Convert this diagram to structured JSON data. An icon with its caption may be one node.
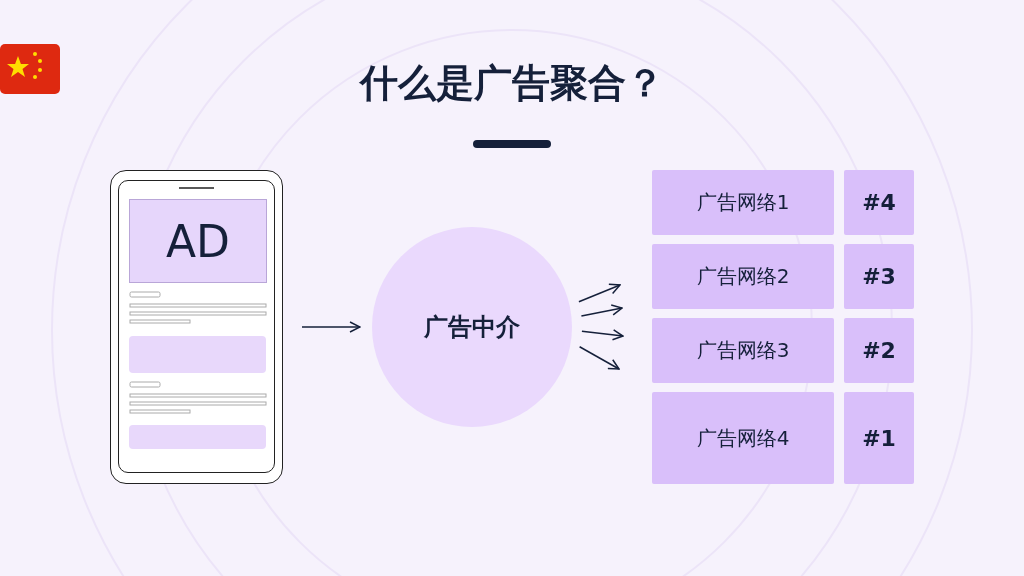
{
  "diagram": {
    "title": "什么是广告聚合？",
    "nodes": [
      {
        "text": [],
        "shape": "picture"
      },
      {
        "text": [
          "AD"
        ],
        "in": 0
      },
      {
        "text": [
          "广告中介"
        ]
      },
      {
        "text": [
          "广告网络1"
        ]
      },
      {
        "text": [
          "#4"
        ]
      },
      {
        "text": [
          "广告网络2"
        ]
      },
      {
        "text": [
          "#3"
        ]
      },
      {
        "text": [
          "广告网络3"
        ]
      },
      {
        "text": [
          "#2"
        ]
      },
      {
        "text": [
          "广告网络4"
        ]
      },
      {
        "text": [
          "#1"
        ]
      }
    ],
    "edges": [
      {
        "from": 0,
        "to": 2,
        "arrow": "to"
      },
      {
        "from": 2,
        "to": null,
        "arrow": "to"
      },
      {
        "from": 2,
        "to": null,
        "arrow": "to"
      },
      {
        "from": 2,
        "to": null,
        "arrow": "to"
      },
      {
        "from": 2,
        "to": null,
        "arrow": "to"
      }
    ]
  }
}
